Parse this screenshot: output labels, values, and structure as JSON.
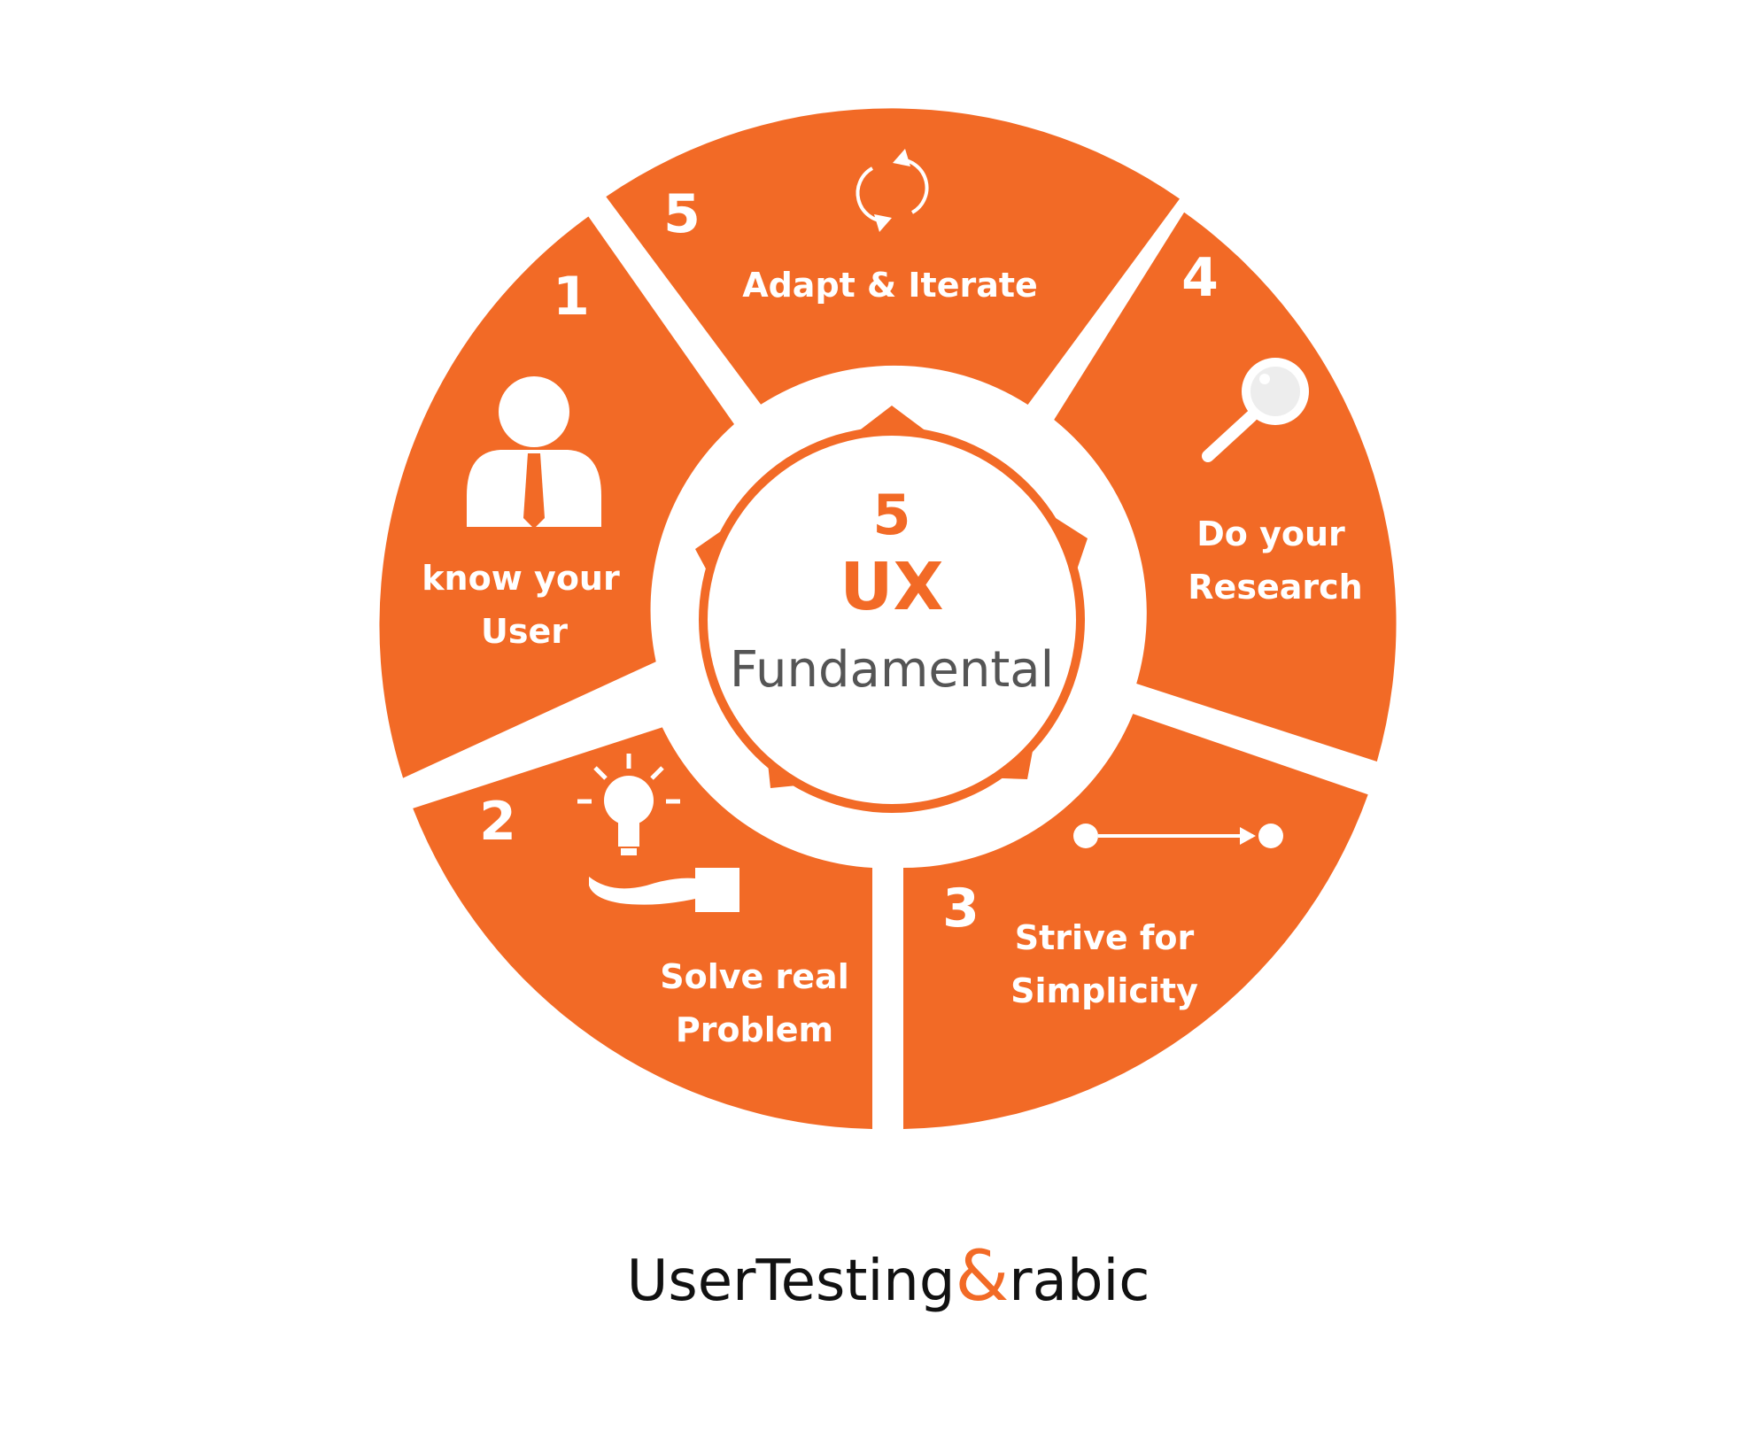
{
  "colors": {
    "accent": "#f26a26",
    "background": "#ffffff",
    "text_dark": "#555555",
    "logo_text": "#111111"
  },
  "center": {
    "number": "5",
    "title": "UX",
    "subtitle": "Fundamental"
  },
  "segments": [
    {
      "number": "1",
      "label_lines": [
        "know your",
        "User"
      ],
      "icon": "user-icon"
    },
    {
      "number": "2",
      "label_lines": [
        "Solve real",
        "Problem"
      ],
      "icon": "lightbulb-hand-icon"
    },
    {
      "number": "3",
      "label_lines": [
        "Strive for",
        "Simplicity"
      ],
      "icon": "arrow-line-icon"
    },
    {
      "number": "4",
      "label_lines": [
        "Do your",
        "Research"
      ],
      "icon": "magnifier-icon"
    },
    {
      "number": "5",
      "label_lines": [
        "Adapt & Iterate"
      ],
      "icon": "refresh-icon"
    }
  ],
  "logo": {
    "before": "UserTesting",
    "mark": "&",
    "after": "rabic"
  }
}
